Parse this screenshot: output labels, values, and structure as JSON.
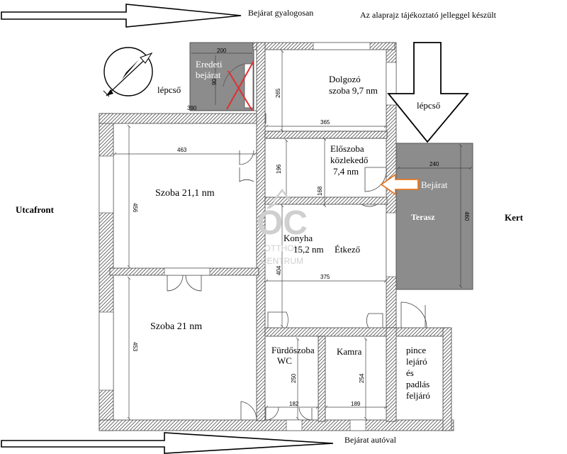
{
  "notes": {
    "entrance_walk": "Bejárat gyalogosan",
    "disclaimer": "Az alaprajz tájékoztató jelleggel készült",
    "entrance_car": "Bejárat autóval",
    "street_front": "Utcafront",
    "garden": "Kert",
    "stairs_left": "lépcső",
    "stairs_right": "lépcső",
    "entrance_side": "Bejárat"
  },
  "rooms": {
    "original_entrance": {
      "line1": "Eredeti",
      "line2": "bejárat"
    },
    "study": {
      "line1": "Dolgozó",
      "line2": "szoba 9,7 nm"
    },
    "hall": {
      "line1": "Előszoba",
      "line2": "közlekedő",
      "line3": "7,4 nm"
    },
    "room1": {
      "label": "Szoba 21,1 nm"
    },
    "room2": {
      "label": "Szoba 21 nm"
    },
    "kitchen": {
      "line1": "Konyha",
      "line2": "15,2 nm",
      "dining": "Étkező"
    },
    "terrace": {
      "label": "Terasz"
    },
    "bathroom": {
      "line1": "Fürdőszoba",
      "line2": "WC"
    },
    "pantry": {
      "label": "Kamra"
    },
    "cellar": {
      "line1": "pince",
      "line2": "lejáró",
      "line3": "és",
      "line4": "padlás",
      "line5": "feljáró"
    }
  },
  "dimensions": {
    "orig_width": "200",
    "orig_height": "90",
    "orig_depth": "390",
    "study_height": "265",
    "study_width": "365",
    "hall_height": "196",
    "hall_width": "168",
    "room1_width": "463",
    "room1_height": "456",
    "room2_height": "453",
    "kitchen_height": "404",
    "kitchen_width": "375",
    "terrace_width": "240",
    "terrace_height": "460",
    "bath_height": "250",
    "bath_width": "182",
    "pantry_height": "254",
    "pantry_width": "189"
  },
  "watermark": {
    "logo": "ÓC",
    "line1": "OTTHON",
    "line2": "CENTRUM"
  },
  "colors": {
    "wall_hatch": "#555555",
    "gray_fill": "#8c8c8c",
    "cross": "#e03030",
    "arrow_orange": "#e87722",
    "dim_line": "#444444"
  }
}
